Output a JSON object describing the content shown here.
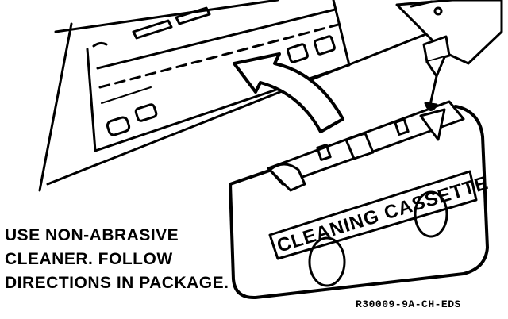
{
  "instruction_lines": [
    "USE NON-ABRASIVE",
    "CLEANER. FOLLOW",
    "DIRECTIONS IN PACKAGE."
  ],
  "cassette_label": "CLEANING CASSETTE",
  "figure_code": "R30009-9A-CH-EDS",
  "colors": {
    "ink": "#000000",
    "paper": "#ffffff"
  }
}
